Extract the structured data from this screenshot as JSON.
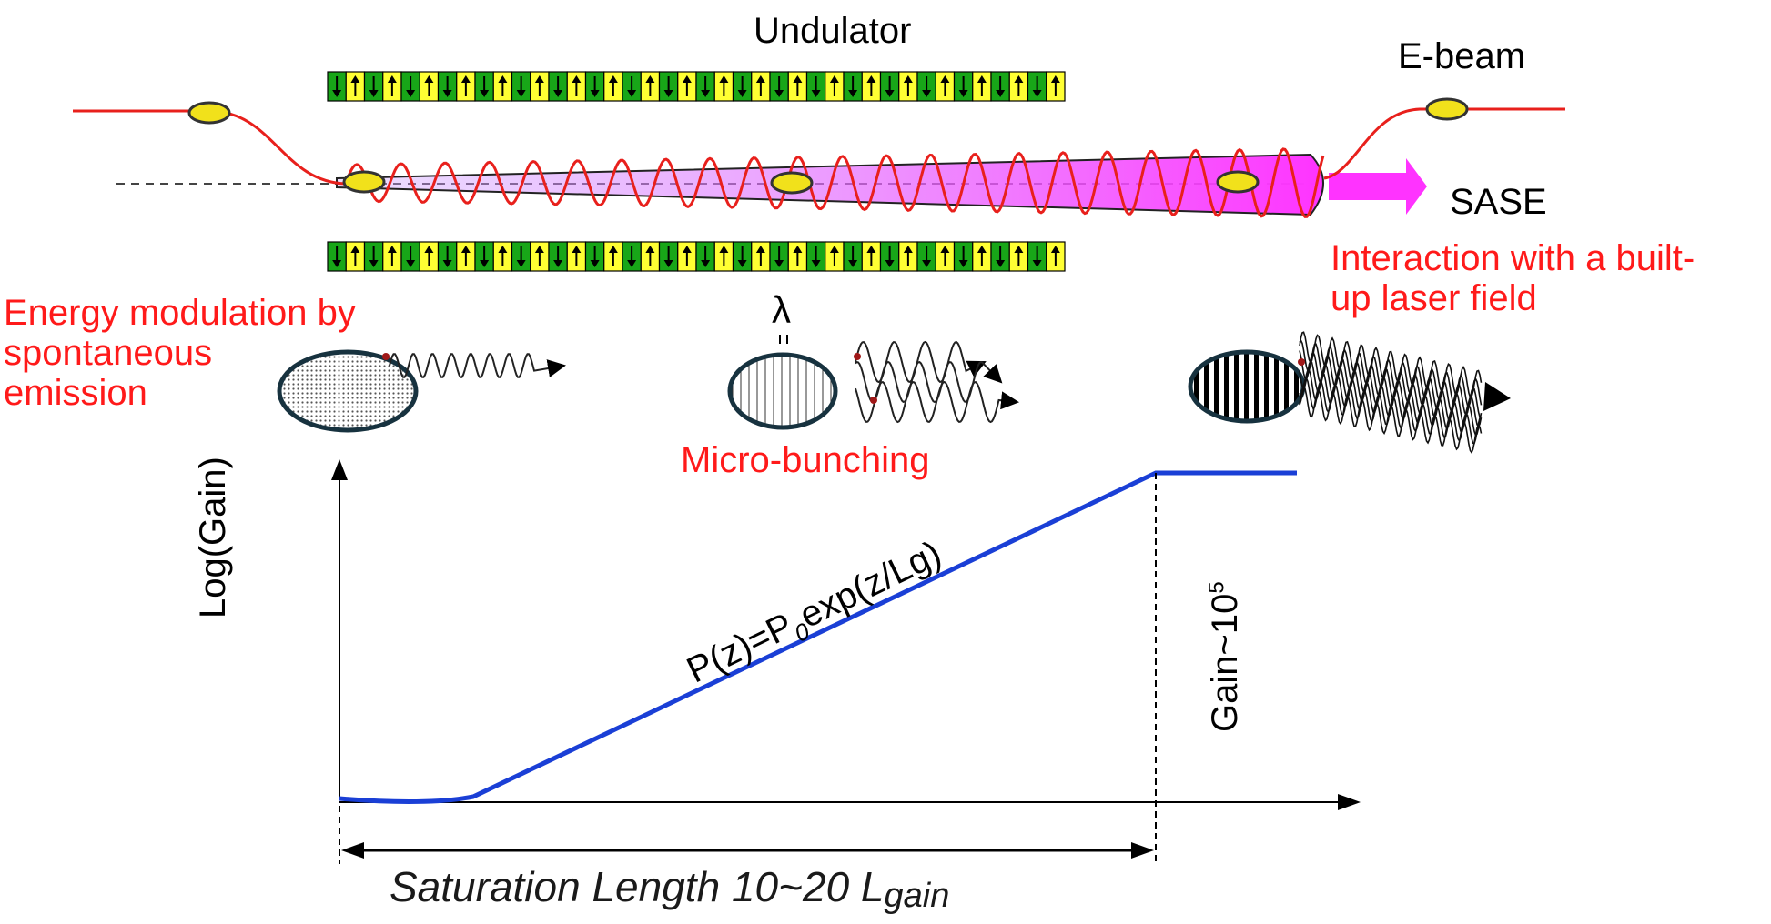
{
  "labels": {
    "undulator": "Undulator",
    "ebeam": "E-beam",
    "sase": "SASE",
    "interaction": [
      "Interaction with a built-",
      "up laser field"
    ],
    "energy_mod": [
      "Energy modulation by",
      "spontaneous",
      "emission"
    ],
    "lambda": "λ",
    "microbunching": "Micro-bunching",
    "ylabel": "Log(Gain)",
    "formula": {
      "a": "P(z)=P",
      "sub": "0",
      "b": "exp(z/Lg)"
    },
    "gain": {
      "base": "Gain~10",
      "sup": "5"
    },
    "saturation": {
      "main": "Saturation Length 10~20 L",
      "sub": "gain"
    }
  },
  "colors": {
    "magnet_green": "#18a618",
    "magnet_yellow": "#ffff33",
    "beam_red": "#e8201c",
    "sase_magenta": "#ff33ff",
    "gain_curve": "#1a3fd6",
    "note_red": "#ff1a1a"
  },
  "icons": [
    "magnet-arrow-icon",
    "electron-bunch-icon",
    "wave-icon"
  ]
}
